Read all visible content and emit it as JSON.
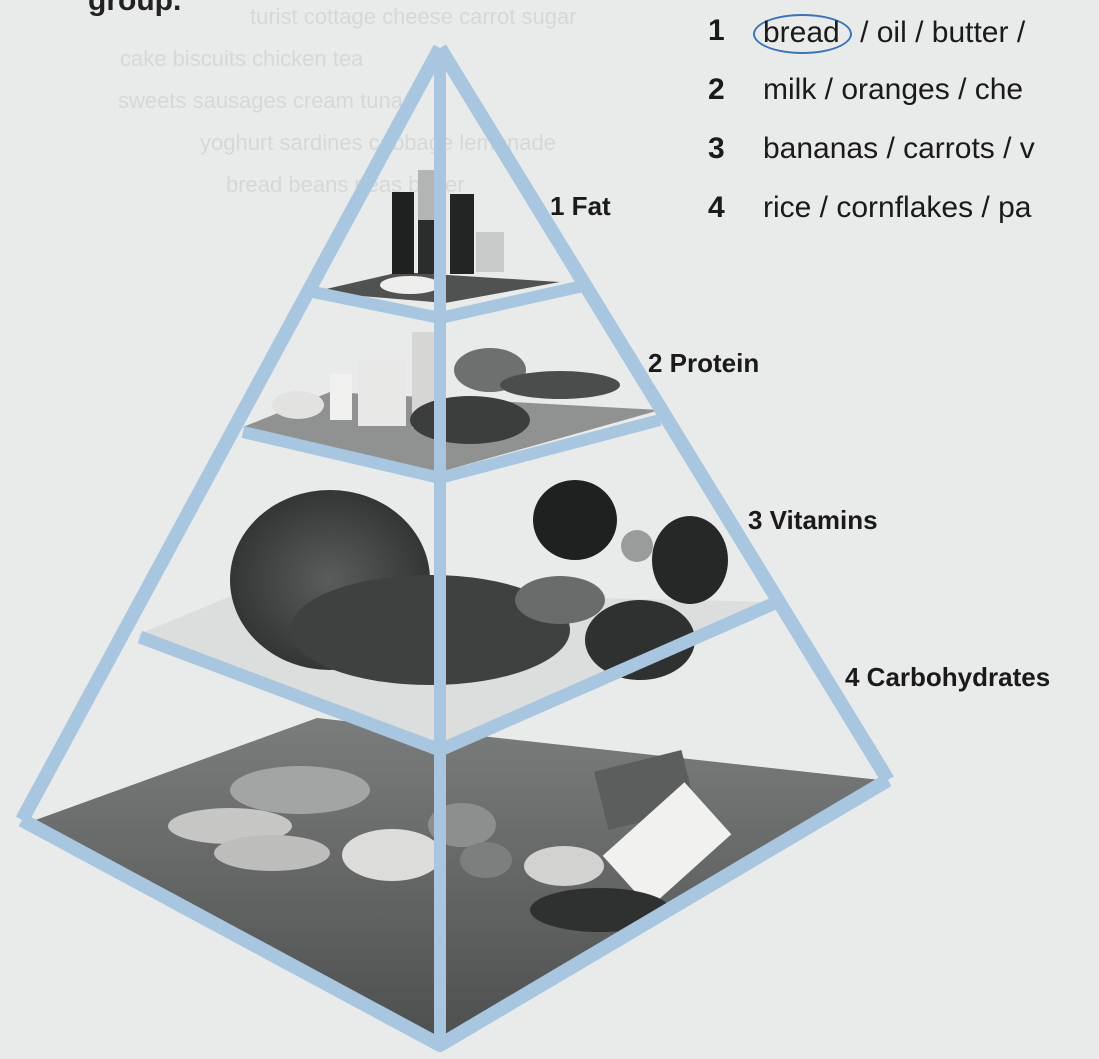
{
  "heading": "group.",
  "bleed_rows": [
    "turist  cottage cheese  carrot  sugar",
    "cake  biscuits  chicken  tea",
    "sweets  sausages  cream  tuna",
    "yoghurt  sardines  cabbage  lemonade",
    "bread  beans  peas  butter"
  ],
  "questions": [
    {
      "num": "1",
      "first": "bread",
      "rest": "/ oil / butter /"
    },
    {
      "num": "2",
      "first": "",
      "rest": "milk / oranges / che"
    },
    {
      "num": "3",
      "first": "",
      "rest": "bananas / carrots / v"
    },
    {
      "num": "4",
      "first": "",
      "rest": "rice / cornflakes / pa"
    }
  ],
  "layers": [
    {
      "label": "1  Fat"
    },
    {
      "label": "2  Protein"
    },
    {
      "label": "3  Vitamins"
    },
    {
      "label": "4  Carbohydrates"
    }
  ],
  "colors": {
    "frame": "#a8c6e0",
    "ring": "#3a73b8"
  }
}
